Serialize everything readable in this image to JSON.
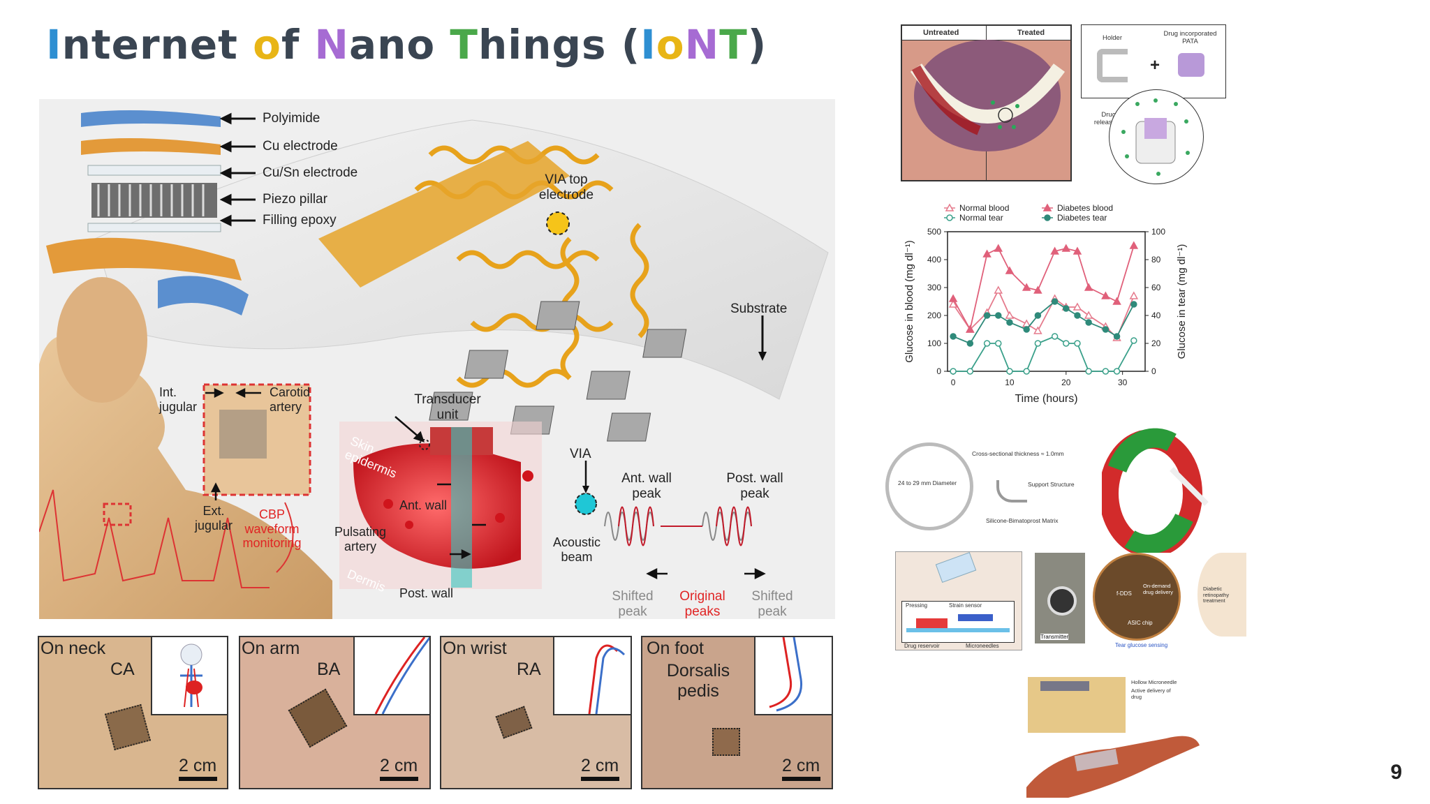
{
  "slide": {
    "title_parts": [
      {
        "text": "I",
        "color": "#2e8fd2"
      },
      {
        "text": "nternet ",
        "color": "#3a4552"
      },
      {
        "text": "o",
        "color": "#e8b516"
      },
      {
        "text": "f ",
        "color": "#3a4552"
      },
      {
        "text": "N",
        "color": "#a66bd3"
      },
      {
        "text": "ano ",
        "color": "#3a4552"
      },
      {
        "text": "T",
        "color": "#4aa84a"
      },
      {
        "text": "hings (",
        "color": "#3a4552"
      },
      {
        "text": "I",
        "color": "#2e8fd2"
      },
      {
        "text": "o",
        "color": "#e8b516"
      },
      {
        "text": "N",
        "color": "#a66bd3"
      },
      {
        "text": "T",
        "color": "#4aa84a"
      },
      {
        "text": ")",
        "color": "#3a4552"
      }
    ],
    "page_number": "9"
  },
  "main_figure": {
    "layers": [
      "Polyimide",
      "Cu electrode",
      "Cu/Sn electrode",
      "Piezo pillar",
      "Filling epoxy"
    ],
    "via_top": "VIA top electrode",
    "substrate": "Substrate",
    "int_jugular": "Int. jugular",
    "carotid": "Carotid artery",
    "ext_jugular": "Ext. jugular",
    "cbp": "CBP waveform monitoring",
    "transducer": "Transducer unit",
    "skin": "Skin epidermis",
    "ant_wall": "Ant. wall",
    "pulsating": "Pulsating artery",
    "acoustic": "Acoustic beam",
    "dermis": "Dermis",
    "post_wall": "Post. wall",
    "via": "VIA",
    "ant_peak": "Ant. wall peak",
    "post_peak": "Post. wall peak",
    "shifted1": "Shifted peak",
    "original": "Original peaks",
    "shifted2": "Shifted peak"
  },
  "bottom_panels": [
    {
      "title": "On neck",
      "vessel": "CA",
      "scale": "2 cm"
    },
    {
      "title": "On arm",
      "vessel": "BA",
      "scale": "2 cm"
    },
    {
      "title": "On wrist",
      "vessel": "RA",
      "scale": "2 cm"
    },
    {
      "title": "On foot",
      "vessel": "Dorsalis pedis",
      "scale": "2 cm"
    }
  ],
  "mouth_figure": {
    "untreated": "Untreated",
    "treated": "Treated",
    "holder": "Holder",
    "drug_pata": "Drug incorporated PATA",
    "drug_release": "Drug release",
    "plus": "+"
  },
  "chart_data": {
    "type": "line",
    "xlabel": "Time (hours)",
    "ylabel_left": "Glucose in blood (mg dl⁻¹)",
    "ylabel_right": "Glucose in tear (mg dl⁻¹)",
    "x_ticks": [
      0,
      10,
      20,
      30
    ],
    "y_left_ticks": [
      0,
      100,
      200,
      300,
      400,
      500
    ],
    "y_right_ticks": [
      0,
      20,
      40,
      60,
      80,
      100
    ],
    "xlim": [
      -1,
      34
    ],
    "ylim_left": [
      0,
      500
    ],
    "ylim_right": [
      0,
      100
    ],
    "x": [
      0,
      3,
      6,
      8,
      10,
      13,
      15,
      18,
      20,
      22,
      24,
      27,
      29,
      32
    ],
    "series": [
      {
        "name": "Normal blood",
        "axis": "left",
        "color": "#e57a8c",
        "marker": "triangle-open",
        "values": [
          240,
          150,
          210,
          290,
          200,
          170,
          145,
          260,
          230,
          230,
          200,
          160,
          120,
          270
        ]
      },
      {
        "name": "Diabetes blood",
        "axis": "left",
        "color": "#e0607a",
        "marker": "triangle-filled",
        "values": [
          260,
          150,
          420,
          440,
          360,
          300,
          290,
          430,
          440,
          430,
          300,
          270,
          250,
          450
        ]
      },
      {
        "name": "Normal tear",
        "axis": "right",
        "color": "#3aa08a",
        "marker": "circle-open",
        "values": [
          0,
          0,
          20,
          20,
          0,
          0,
          20,
          25,
          20,
          20,
          0,
          0,
          0,
          22
        ]
      },
      {
        "name": "Diabetes tear",
        "axis": "right",
        "color": "#2f8a7a",
        "marker": "circle-filled",
        "values": [
          25,
          20,
          40,
          40,
          35,
          30,
          40,
          50,
          45,
          40,
          35,
          30,
          25,
          48
        ]
      }
    ],
    "legend": "top"
  },
  "lens_figure": {
    "thickness": "Cross-sectional thickness ≈ 1.0mm",
    "diameter": "24 to 29 mm Diameter",
    "support": "Support Structure",
    "matrix": "Silicone-Bimatoprost Matrix"
  },
  "patch_figure": {
    "pressing": "Pressing",
    "strain": "Strain sensor",
    "drug_reservoir": "Drug reservoir",
    "microneedles": "Microneedles",
    "transmitter": "Transmitter",
    "on_demand": "On-demand drug delivery",
    "retinopathy": "Diabetic retinopathy treatment",
    "tear_glucose": "Tear glucose sensing",
    "dds": "f-DDS",
    "asic": "ASIC chip"
  },
  "hand_figure": {
    "hollow": "Hollow Microneedle",
    "active": "Active delivery of drug"
  }
}
